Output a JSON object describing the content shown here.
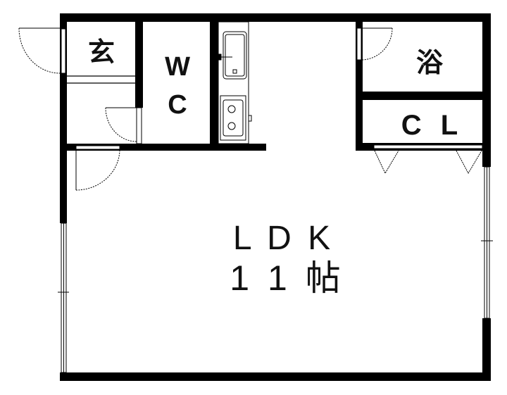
{
  "floorplan": {
    "rooms": {
      "entrance": {
        "label": "玄"
      },
      "toilet": {
        "label_line1": "W",
        "label_line2": "C"
      },
      "bath": {
        "label": "浴"
      },
      "closet": {
        "label": "C L"
      },
      "ldk": {
        "label_line1": "L D K",
        "label_line2": "1 1 帖"
      }
    },
    "colors": {
      "wall": "#000000",
      "background": "#ffffff"
    }
  }
}
